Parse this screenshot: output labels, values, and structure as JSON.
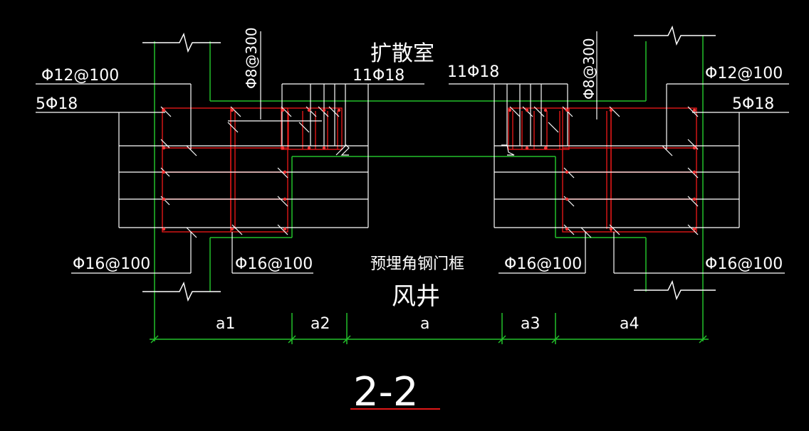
{
  "drawing": {
    "room_top": "扩散室",
    "room_bottom": "风井",
    "frame_note": "预埋角钢门框",
    "section_title": "2-2",
    "colors": {
      "background": "#000000",
      "leader": "#ffffff",
      "concrete_outline": "#22c02a",
      "rebar": "#e01818"
    }
  },
  "labels": {
    "left_stirrup_top": "Φ12@100",
    "left_long_bar": "5Φ18",
    "left_vertical": "Φ8@300",
    "left_top_bars": "11Φ18",
    "right_top_bars": "11Φ18",
    "right_vertical": "Φ8@300",
    "right_stirrup_top": "Φ12@100",
    "right_long_bar": "5Φ18",
    "bottom_1": "Φ16@100",
    "bottom_2": "Φ16@100",
    "bottom_3": "Φ16@100",
    "bottom_4": "Φ16@100"
  },
  "dimensions": {
    "a1": "a1",
    "a2": "a2",
    "a": "a",
    "a3": "a3",
    "a4": "a4"
  }
}
